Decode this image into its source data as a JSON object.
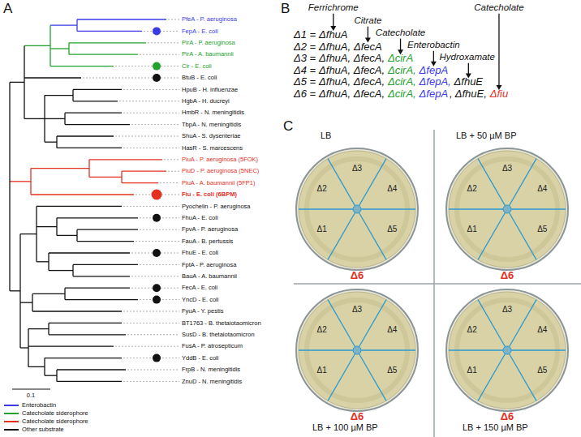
{
  "diagram": {
    "labels": [
      "A",
      "PfeA - P. aeruginosa",
      "FepA - E. coli",
      "PirA - P. aeruginosa",
      "PirA - A. baumannii",
      "Cir - E. coli",
      "BtuB - E. coli",
      "HpuB - H. influenzae",
      "HgbA - H. ducreyi",
      "HmbR - N. meningitidis",
      "TbpA - N. meningitidis",
      "ShuA - S. dysenteriae",
      "HasR - S. marcescens",
      "PiuA - P. aeruginosa (5FOK)",
      "PiuD - P. aeruginosa (5NEC)",
      "PiuA - A. baumannii (5FP1)",
      "Fiu - E. coli (6BPM)",
      "Pyochelin - P. aeruginosa",
      "FhuA - E. coli",
      "FpvA - P. aeruginosa",
      "FauA - B. pertussis",
      "FhuE - E. coli",
      "FptA - P. aeruginosa",
      "BauA - A. baumannii",
      "FecA - E. coli",
      "YncD - E. coli",
      "FyuA - Y. pestis",
      "BT1763 - B. thetaiotaomicron",
      "SusD - B. thetaiotaomicron",
      "FusA - P. atrosepticum",
      "YddB - E. coli",
      "FrpB - N. meningitidis",
      "ZnuD - N. meningitidis",
      "0.1",
      "B",
      "Ferrichrome",
      "Citrate",
      "Catecholate",
      "Enterobactin",
      "Hydroxamate",
      "Catecholate",
      "Δ1 =",
      "ΔfhuA",
      "Δ2 =",
      "ΔfhuA,",
      "ΔfecA",
      "Δ3 =",
      "ΔfhuA, ΔfecA,",
      "ΔcirA",
      "Δ4 =",
      "ΔfhuA, ΔfecA,",
      "ΔcirA,",
      "ΔfepA",
      "Δ5 =",
      "ΔfhuA, ΔfecA,",
      "ΔcirA,",
      "ΔfepA,",
      "ΔfhuE",
      "Δ6 =",
      "ΔfhuA, ΔfecA,",
      "ΔcirA,",
      "ΔfepA",
      ", ΔfhuE,",
      "Δfiu",
      "C",
      "LB",
      "Δ1",
      "Δ2",
      "Δ3",
      "Δ4",
      "Δ5",
      "Δ6",
      "LB + 50 µM BP",
      "Δ1",
      "Δ2",
      "Δ3",
      "Δ4",
      "Δ5",
      "Δ6",
      "LB + 100 µM BP",
      "Δ1",
      "Δ2",
      "Δ3",
      "Δ4",
      "Δ5",
      "Δ6",
      "LB + 150 µM BP",
      "Δ1",
      "Δ2",
      "Δ3",
      "Δ4",
      "Δ5",
      "Δ6"
    ],
    "legend": [
      {
        "text": "Enterobactin",
        "color": "#3a3ae6"
      },
      {
        "text": "Catecholate siderophore",
        "color": "#22a12e"
      },
      {
        "text": "Catecholate siderophore",
        "color": "#e4311f"
      },
      {
        "text": "Other substrate",
        "color": "#000000"
      }
    ]
  }
}
